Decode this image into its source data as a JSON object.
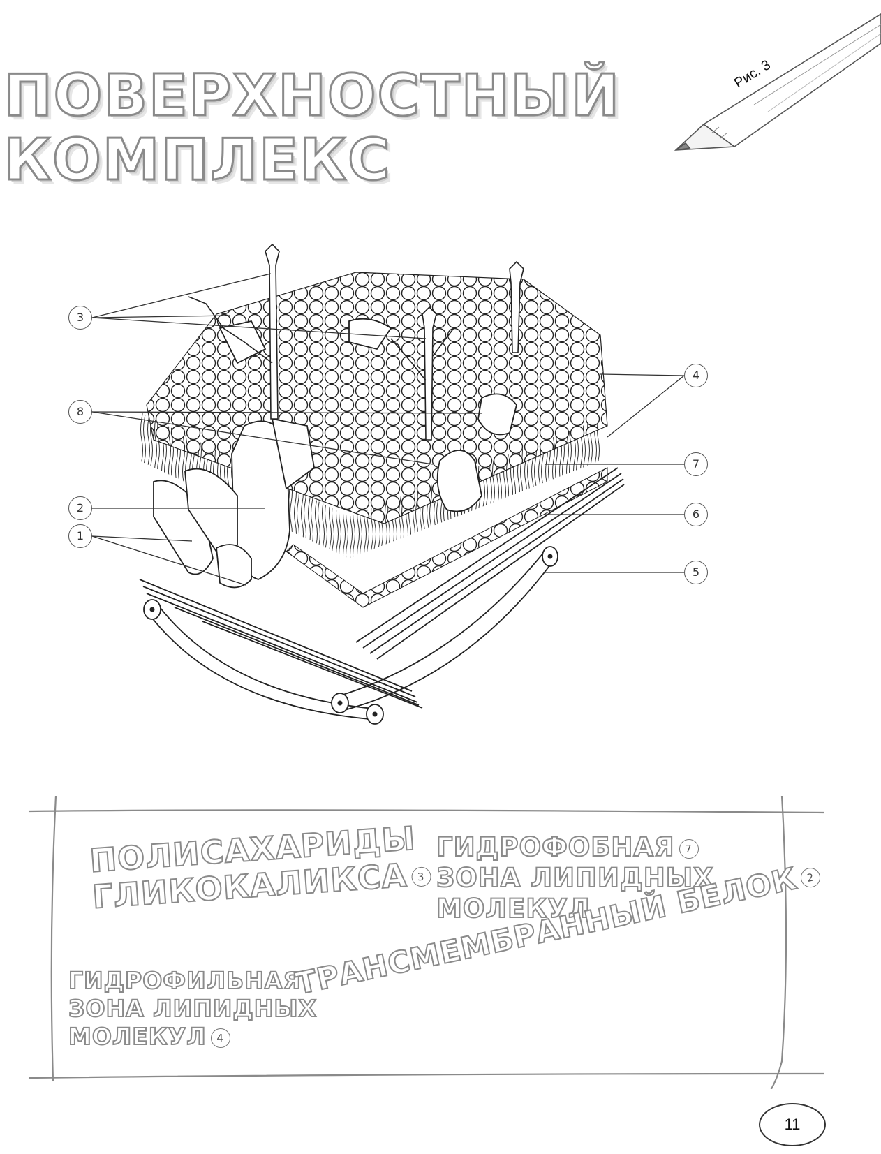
{
  "title": {
    "line1": "ПОВЕРХНОСТНЫЙ",
    "line2": "КОМПЛЕКС"
  },
  "figure_label": "Рис. 3",
  "diagram_markers": [
    "3",
    "8",
    "2",
    "1",
    "4",
    "7",
    "6",
    "5"
  ],
  "legend": {
    "polysaccharides": {
      "line1": "ПОЛИСАХАРИДЫ",
      "line2": "ГЛИКОКАЛИКСА",
      "number": "3"
    },
    "hydrophobic": {
      "line1": "ГИДРОФОБНАЯ",
      "line2": "ЗОНА ЛИПИДНЫХ",
      "line3": "МОЛЕКУЛ",
      "number": "7"
    },
    "hydrophilic": {
      "line1": "ГИДРОФИЛЬНАЯ",
      "line2": "ЗОНА ЛИПИДНЫХ",
      "line3": "МОЛЕКУЛ",
      "number": "4"
    },
    "transmembrane": {
      "text": "ТРАНСМЕМБРАННЫЙ БЕЛОК",
      "number": "2"
    }
  },
  "page_number": "11"
}
